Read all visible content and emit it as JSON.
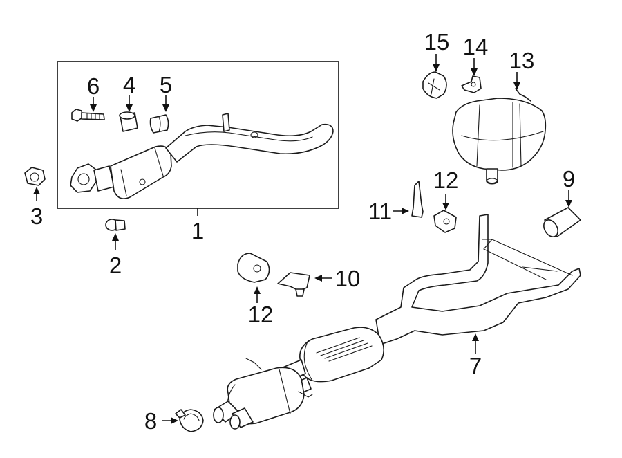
{
  "callouts": {
    "c1": "1",
    "c2": "2",
    "c3": "3",
    "c4": "4",
    "c5": "5",
    "c6": "6",
    "c7": "7",
    "c8": "8",
    "c9": "9",
    "c10": "10",
    "c11": "11",
    "c12a": "12",
    "c12b": "12",
    "c13": "13",
    "c14": "14",
    "c15": "15"
  },
  "colors": {
    "line": "#1a1a1a",
    "background": "#ffffff"
  }
}
